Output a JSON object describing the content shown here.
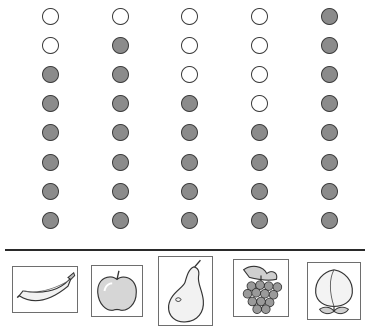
{
  "colors": {
    "filled": "#8b8b8b",
    "empty": "#ffffff",
    "outline": "#3c3c3c",
    "line": "#2a2a2a"
  },
  "grid": {
    "rows": 8,
    "columns": [
      {
        "fruit": "banana",
        "filled": 6
      },
      {
        "fruit": "apple",
        "filled": 7
      },
      {
        "fruit": "pear",
        "filled": 5
      },
      {
        "fruit": "grapes",
        "filled": 4
      },
      {
        "fruit": "peach",
        "filled": 8
      }
    ]
  },
  "cards": [
    {
      "icon": "banana-icon"
    },
    {
      "icon": "apple-icon"
    },
    {
      "icon": "pear-icon"
    },
    {
      "icon": "grapes-icon"
    },
    {
      "icon": "peach-icon"
    }
  ]
}
